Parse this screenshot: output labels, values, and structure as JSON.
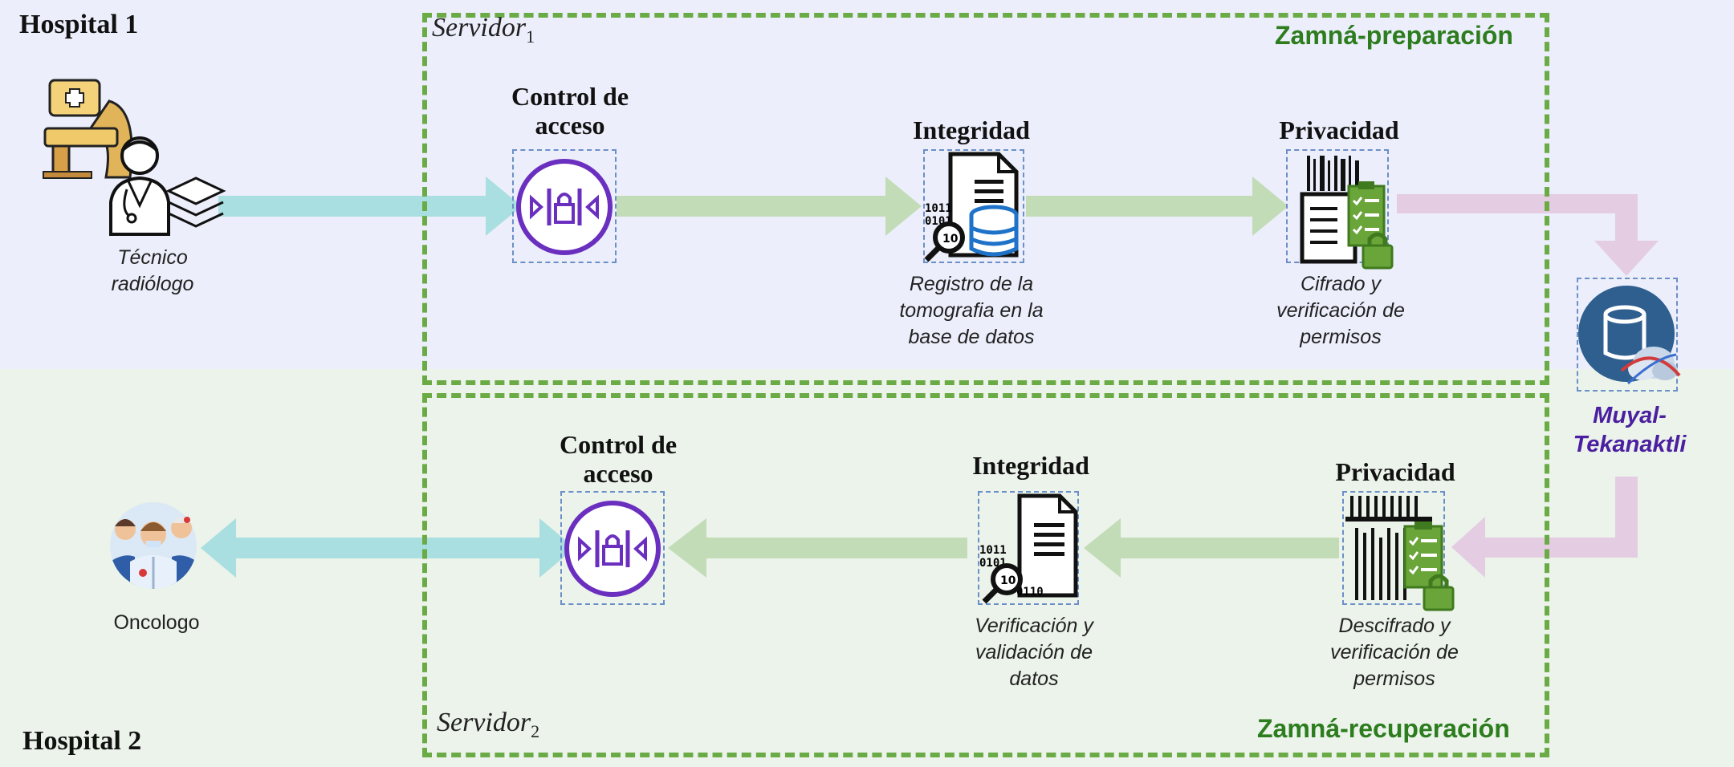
{
  "regions": {
    "top": {
      "label": "Hospital 1"
    },
    "bottom": {
      "label": "Hospital 2"
    }
  },
  "servers": {
    "server1": {
      "name": "Servidor",
      "sub": "1",
      "phase": "Zamná-preparación"
    },
    "server2": {
      "name": "Servidor",
      "sub": "2",
      "phase": "Zamná-recuperación"
    }
  },
  "top_flow": {
    "actor": {
      "label_line1": "Técnico",
      "label_line2": "radiólogo"
    },
    "access": {
      "title_line1": "Control de",
      "title_line2": "acceso"
    },
    "integrity": {
      "title": "Integridad",
      "caption_line1": "Registro de la",
      "caption_line2": "tomografia en la",
      "caption_line3": "base de datos"
    },
    "privacy": {
      "title": "Privacidad",
      "caption_line1": "Cifrado y",
      "caption_line2": "verificación de",
      "caption_line3": "permisos"
    }
  },
  "cloud": {
    "label_line1": "Muyal-",
    "label_line2": "Tekanaktli"
  },
  "bottom_flow": {
    "actor": {
      "label": "Oncologo"
    },
    "access": {
      "title_line1": "Control de",
      "title_line2": "acceso"
    },
    "integrity": {
      "title": "Integridad",
      "caption_line1": "Verificación y",
      "caption_line2": "validación de",
      "caption_line3": "datos"
    },
    "privacy": {
      "title": "Privacidad",
      "caption_line1": "Descifrado y",
      "caption_line2": "verificación de",
      "caption_line3": "permisos"
    }
  },
  "colors": {
    "dash_green": "#6aab45",
    "phase_green": "#2d7d1f",
    "access_purple": "#6b2fbf",
    "cloud_purple": "#4b1fa0",
    "arrow_teal": "#a9dfe0",
    "arrow_green": "#c3dcb8",
    "arrow_pink": "#e4cde3",
    "top_bg": "#eceefb",
    "bottom_bg": "#ebf3ea"
  },
  "icons": [
    "hospital-scanner-icon",
    "radiologist-icon",
    "layers-icon",
    "access-lock-icon",
    "document-database-icon",
    "encrypted-document-icon",
    "cloud-database-icon",
    "medical-team-icon",
    "document-search-icon",
    "decrypt-document-icon"
  ]
}
